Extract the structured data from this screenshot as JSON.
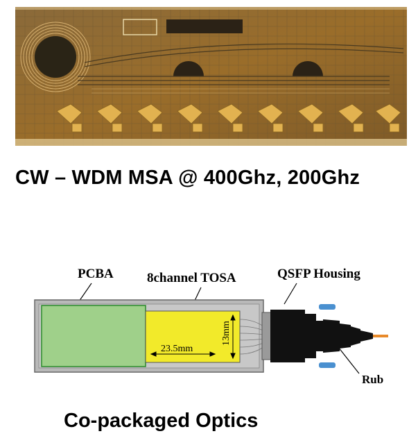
{
  "top_caption": "CW  –  WDM MSA @ 400Ghz, 200Ghz",
  "bottom_caption": "Co-packaged Optics",
  "diagram": {
    "label_pcba": "PCBA",
    "label_tosa": "8channel TOSA",
    "label_qsfp": "QSFP Housing",
    "label_rub": "Rub",
    "dim_width": "23.5mm",
    "dim_height": "13mm"
  },
  "colors": {
    "chip_base": "#9a6d2a",
    "pad_gold": "#e2b250",
    "pcba_green": "#9fd08a",
    "tosa_yellow": "#f2ea2a",
    "housing_gray": "#b9b9b9",
    "fiber_orange": "#e88a2a"
  }
}
